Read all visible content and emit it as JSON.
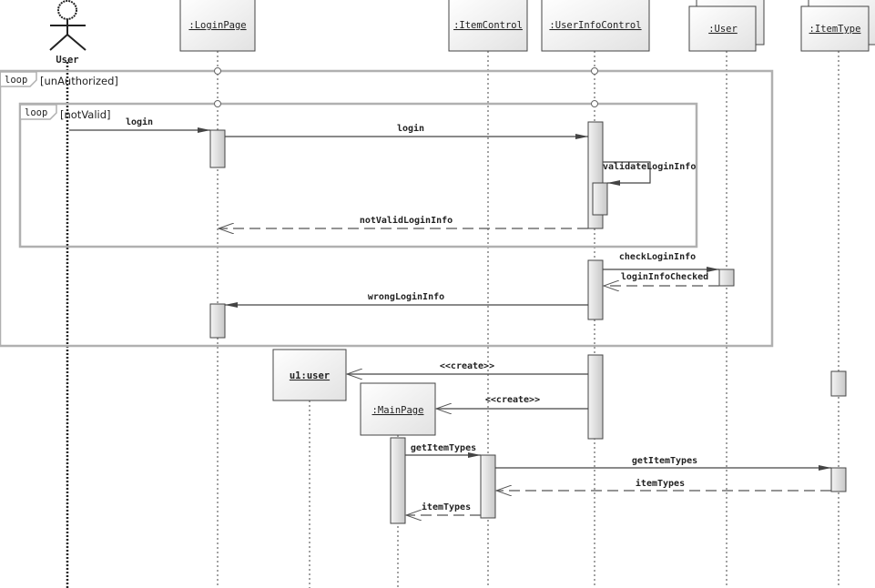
{
  "actor": {
    "name": "User"
  },
  "lifelines": {
    "login_page": ":LoginPage",
    "item_control": ":ItemControl",
    "user_info_control": ":UserInfoControl",
    "user": ":User",
    "item_type": ":ItemType",
    "u1_user": "u1:user",
    "main_page": ":MainPage"
  },
  "fragments": {
    "outer": {
      "operator": "loop",
      "guard": "[unAuthorized]"
    },
    "inner": {
      "operator": "loop",
      "guard": "[notValid]"
    }
  },
  "messages": {
    "login1": "login",
    "login2": "login",
    "validate": "validateLoginInfo",
    "not_valid": "notValidLoginInfo",
    "check": "checkLoginInfo",
    "checked": "loginInfoChecked",
    "wrong": "wrongLoginInfo",
    "create1": "<<create>>",
    "create2": "<<create>>",
    "get1": "getItemTypes",
    "get2": "getItemTypes",
    "ret1": "itemTypes",
    "ret2": "itemTypes"
  }
}
